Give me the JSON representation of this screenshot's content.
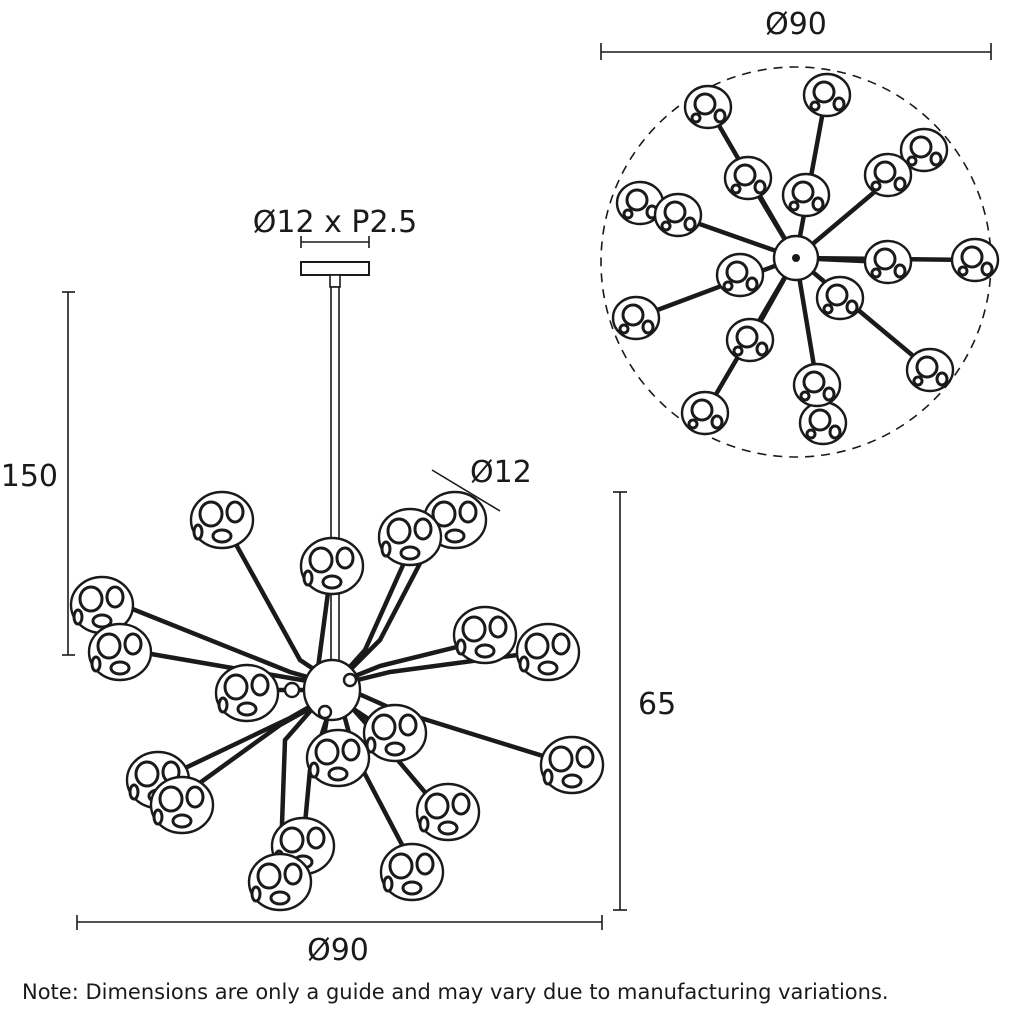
{
  "dimensions": {
    "plan_diameter": "Ø90",
    "fixing": "Ø12 x P2.5",
    "drop_height": "150",
    "shade_diameter": "Ø12",
    "body_height": "65",
    "elevation_diameter": "Ø90"
  },
  "note": "Note: Dimensions are only a guide and may vary due to manufacturing variations."
}
